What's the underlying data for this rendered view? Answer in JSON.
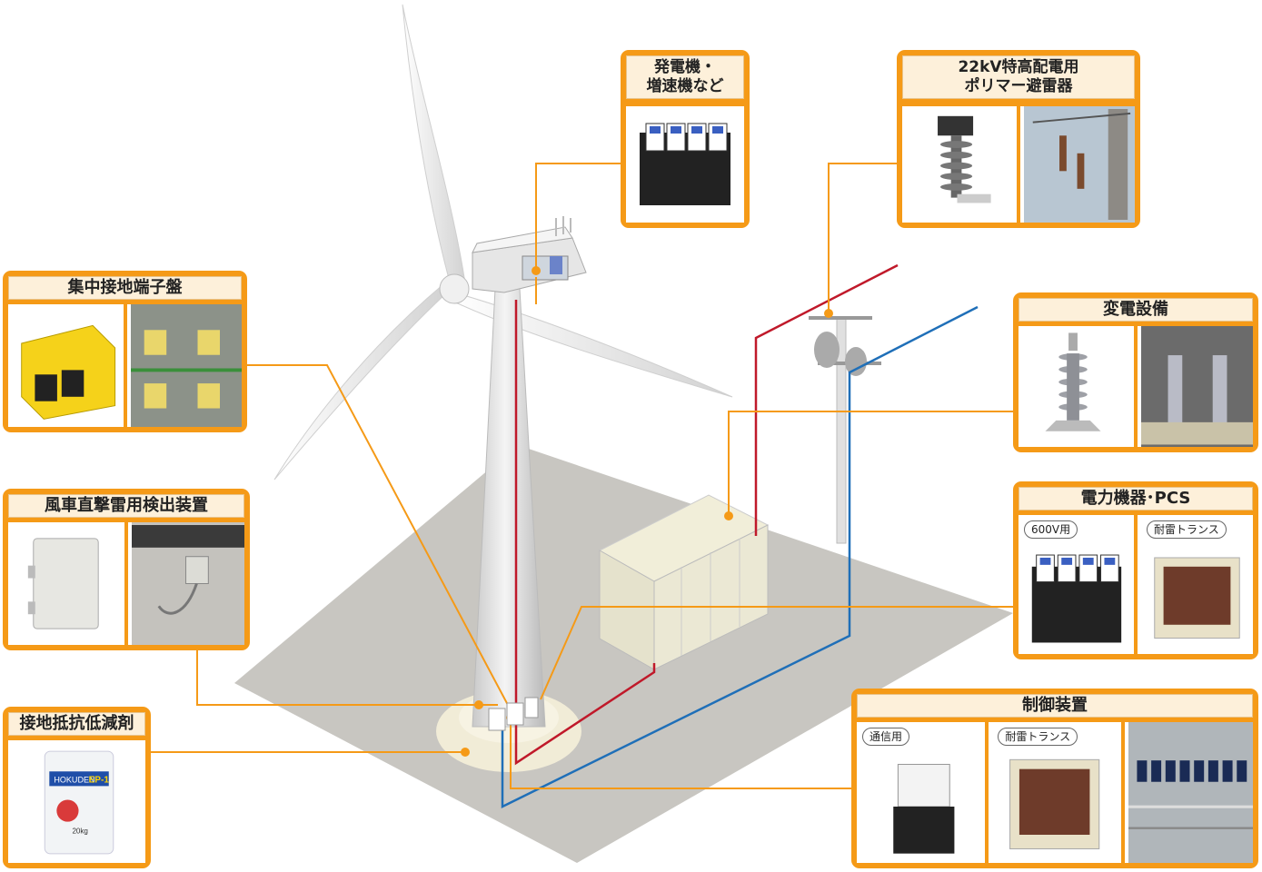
{
  "panels": {
    "generator": {
      "title": "発電機・\n増速機など"
    },
    "arrester": {
      "title": "22kV特高配電用\nポリマー避雷器"
    },
    "grounding_terminal": {
      "title": "集中接地端子盤"
    },
    "substation": {
      "title": "変電設備"
    },
    "lightning_detector": {
      "title": "風車直撃雷用検出装置"
    },
    "power_pcs": {
      "title": "電力機器･PCS",
      "tag_left": "600V用",
      "tag_right": "耐雷トランス"
    },
    "ground_agent": {
      "title": "接地抵抗低減剤",
      "bag_brand": "HOKUDEN",
      "bag_product": "EP-1",
      "bag_weight": "20kg"
    },
    "control": {
      "title": "制御装置",
      "tag_left": "通信用",
      "tag_mid": "耐雷トランス"
    }
  },
  "colors": {
    "accent": "#f59a17",
    "panel_title_bg": "#fdf0da",
    "power_line": "#c0192a",
    "comm_line": "#1f6fb8",
    "ground": "#c8c6c1"
  }
}
